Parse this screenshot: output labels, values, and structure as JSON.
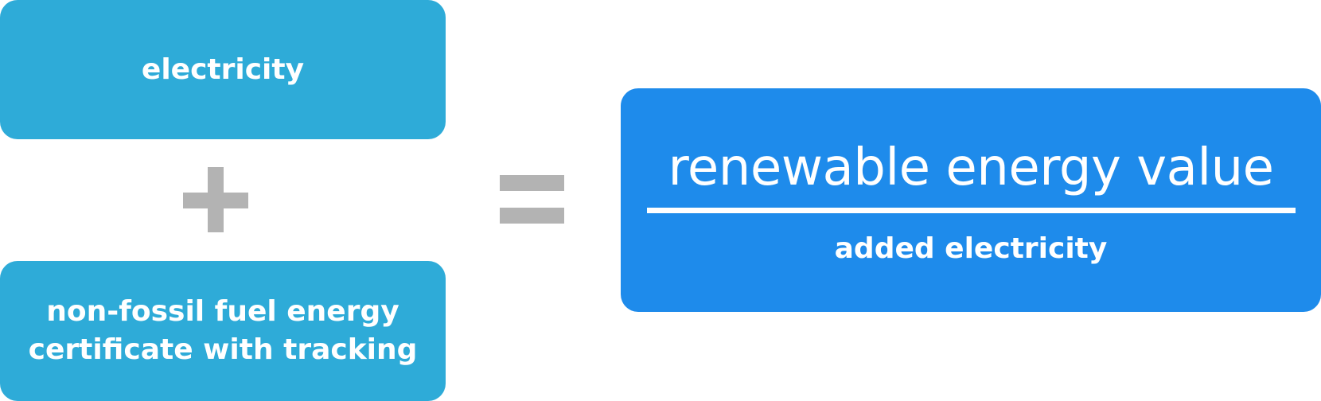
{
  "colors": {
    "input_box": "#2eabd8",
    "result_box": "#1e8beb",
    "operator": "#b3b3b3"
  },
  "inputs": {
    "electricity_label": "electricity",
    "certificate_line1": "non-fossil fuel energy",
    "certificate_line2": "certificate with tracking"
  },
  "operators": {
    "plus_icon": "plus-icon",
    "equals_icon": "equals-icon"
  },
  "result": {
    "main_label": "renewable energy value",
    "sub_label": "added electricity"
  }
}
